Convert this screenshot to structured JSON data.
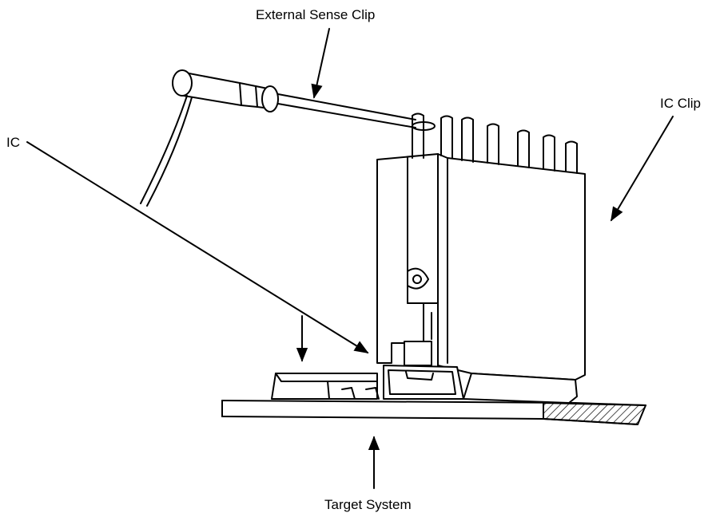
{
  "labels": {
    "external_sense_clip": "External Sense Clip",
    "ic_clip": "IC Clip",
    "ic": "IC",
    "target_system": "Target System"
  },
  "colors": {
    "line": "#000000",
    "background": "#ffffff"
  }
}
